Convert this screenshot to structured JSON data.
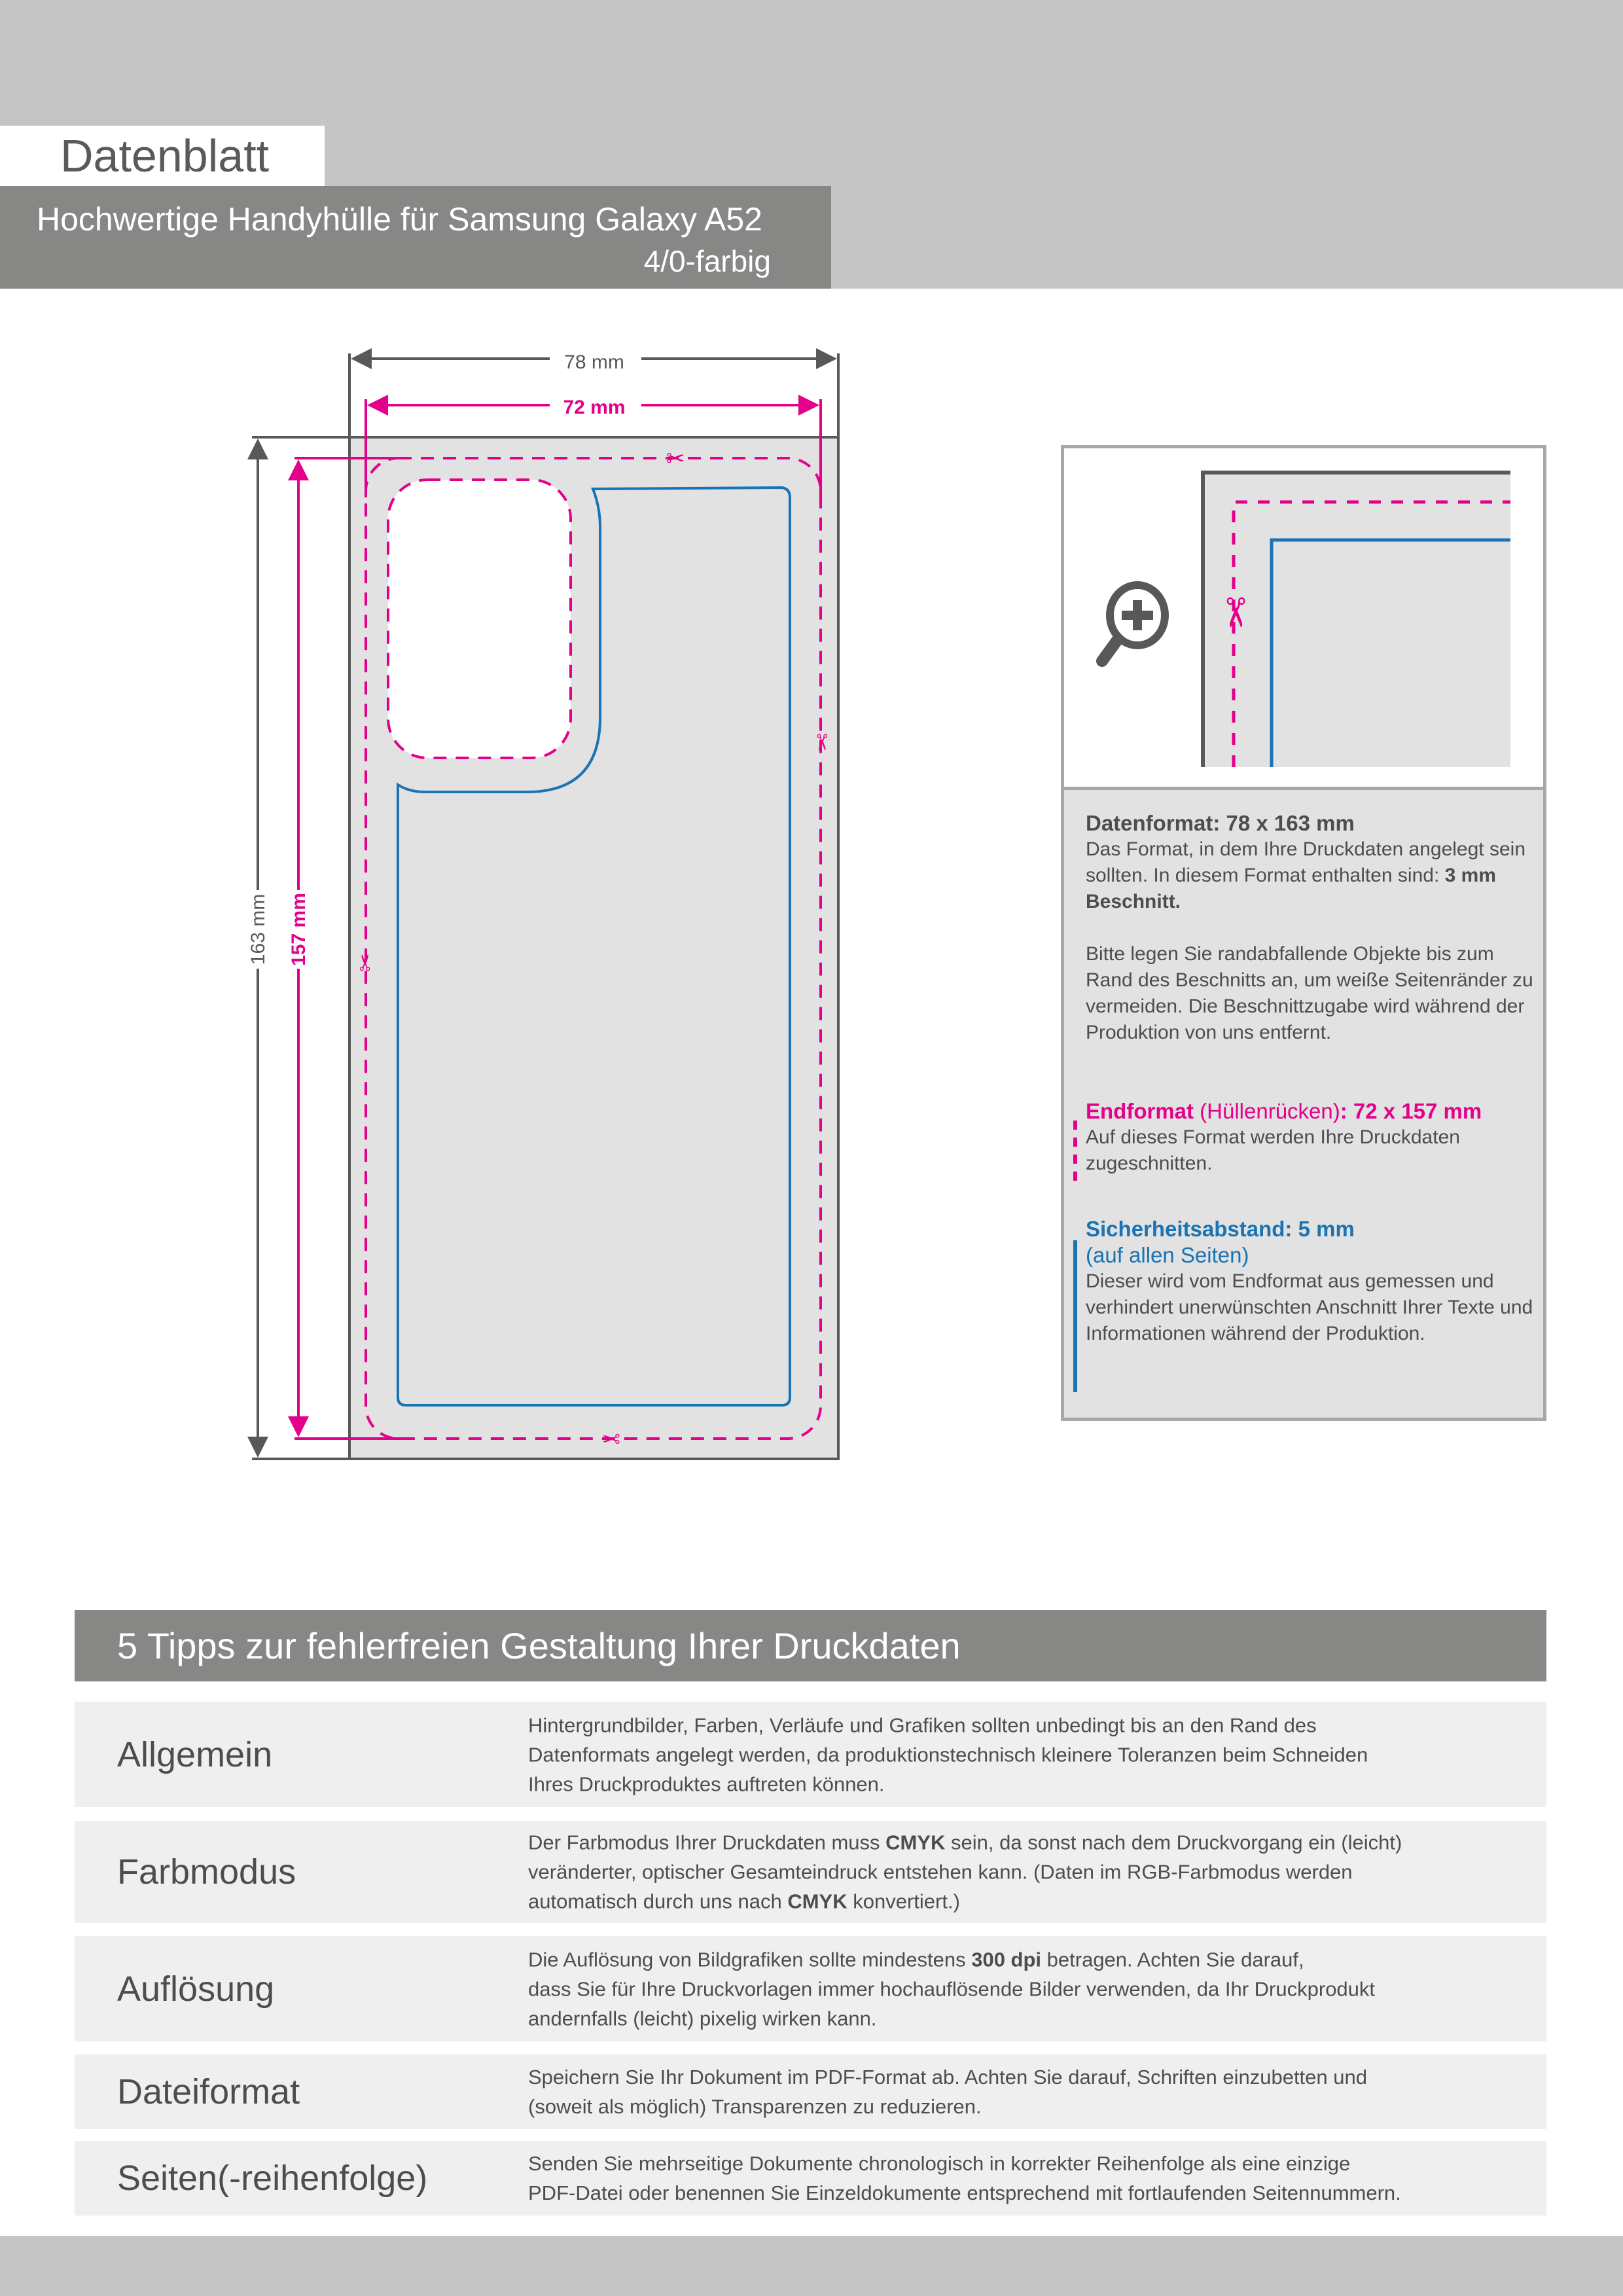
{
  "header": {
    "title": "Datenblatt",
    "product": "Hochwertige Handyhülle für Samsung Galaxy A52",
    "color_mode": "4/0-farbig"
  },
  "diagram": {
    "width_outer": "78 mm",
    "width_inner": "72 mm",
    "height_outer": "163 mm",
    "height_inner": "157 mm"
  },
  "info": {
    "datenformat_title": "Datenformat: 78 x 163 mm",
    "datenformat_text": "Das Format, in dem Ihre Druckdaten angelegt sein sollten. In diesem Format enthalten sind:",
    "datenformat_bold": "3 mm Beschnitt.",
    "bleed_text": "Bitte legen Sie randabfallende Objekte bis zum Rand des Beschnitts an, um weiße Seitenränder zu vermeiden. Die Beschnittzugabe wird während der Produktion von uns entfernt.",
    "endformat_label": "Endformat",
    "endformat_paren": "(Hüllenrücken)",
    "endformat_value": ": 72 x 157 mm",
    "endformat_text": "Auf dieses Format werden Ihre Druckdaten zugeschnitten.",
    "safety_title": "Sicherheitsabstand: 5 mm",
    "safety_sub": "(auf allen Seiten)",
    "safety_text": "Dieser wird vom Endformat aus gemessen und verhindert unerwünschten Anschnitt Ihrer Texte und Informationen während der Produktion."
  },
  "tips": {
    "title": "5 Tipps zur fehlerfreien Gestaltung Ihrer Druckdaten",
    "items": [
      {
        "label": "Allgemein",
        "lines": [
          [
            {
              "t": "Hintergrundbilder, Farben, Verläufe und Grafiken sollten unbedingt bis an den Rand des"
            }
          ],
          [
            {
              "t": "Datenformats angelegt werden, da produktionstechnisch kleinere Toleranzen beim Schneiden"
            }
          ],
          [
            {
              "t": "Ihres Druckproduktes auftreten können."
            }
          ]
        ]
      },
      {
        "label": "Farbmodus",
        "lines": [
          [
            {
              "t": "Der Farbmodus Ihrer Druckdaten muss "
            },
            {
              "t": "CMYK",
              "b": true
            },
            {
              "t": " sein, da sonst nach dem Druckvorgang ein (leicht)"
            }
          ],
          [
            {
              "t": "veränderter, optischer Gesamteindruck entstehen kann. (Daten im RGB-Farbmodus werden"
            }
          ],
          [
            {
              "t": "automatisch durch uns nach "
            },
            {
              "t": "CMYK",
              "b": true
            },
            {
              "t": " konvertiert.)"
            }
          ]
        ]
      },
      {
        "label": "Auflösung",
        "lines": [
          [
            {
              "t": "Die Auflösung von Bildgrafiken sollte mindestens "
            },
            {
              "t": "300 dpi",
              "b": true
            },
            {
              "t": " betragen. Achten Sie darauf,"
            }
          ],
          [
            {
              "t": "dass Sie für Ihre Druckvorlagen immer hochauflösende Bilder verwenden, da Ihr Druckprodukt"
            }
          ],
          [
            {
              "t": "andernfalls (leicht) pixelig wirken kann."
            }
          ]
        ]
      },
      {
        "label": "Dateiformat",
        "lines": [
          [
            {
              "t": "Speichern Sie Ihr Dokument im PDF-Format ab. Achten Sie darauf, Schriften einzubetten und"
            }
          ],
          [
            {
              "t": "(soweit als möglich) Transparenzen zu reduzieren."
            }
          ]
        ]
      },
      {
        "label": "Seiten(-reihenfolge)",
        "lines": [
          [
            {
              "t": "Senden Sie mehrseitige Dokumente chronologisch in korrekter Reihenfolge als eine einzige"
            }
          ],
          [
            {
              "t": "PDF-Datei oder benennen Sie Einzeldokumente entsprechend mit fortlaufenden Seitennummern."
            }
          ]
        ]
      }
    ]
  },
  "colors": {
    "magenta": "#e4008a",
    "blue": "#1a73b3",
    "gray": "#878886"
  }
}
